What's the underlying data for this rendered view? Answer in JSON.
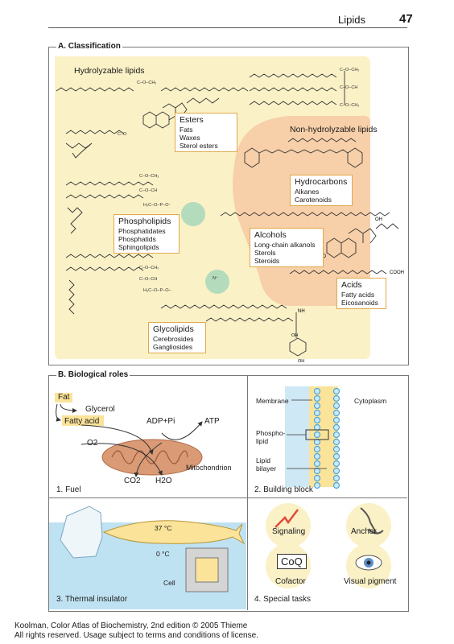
{
  "header": {
    "title": "Lipids",
    "page_number": "47"
  },
  "section_a": {
    "title": "A. Classification",
    "hydrolyzable_label": "Hydrolyzable lipids",
    "non_hydrolyzable_label": "Non-hydrolyzable lipids",
    "esters": {
      "title": "Esters",
      "items": [
        "Fats",
        "Waxes",
        "Sterol esters"
      ]
    },
    "phospholipids": {
      "title": "Phospholipids",
      "items": [
        "Phosphatidates",
        "Phosphatids",
        "Sphingolipids"
      ]
    },
    "glycolipids": {
      "title": "Glycolipids",
      "items": [
        "Cerebrosides",
        "Gangliosides"
      ]
    },
    "hydrocarbons": {
      "title": "Hydrocarbons",
      "items": [
        "Alkanes",
        "Carotenoids"
      ]
    },
    "alcohols": {
      "title": "Alcohols",
      "items": [
        "Long-chain alkanols",
        "Sterols",
        "Steroids"
      ]
    },
    "acids": {
      "title": "Acids",
      "items": [
        "Fatty acids",
        "Eicosanoids"
      ]
    },
    "chem": {
      "ho": "HO",
      "oh": "OH",
      "cooh": "COOH",
      "nh": "NH"
    }
  },
  "section_b": {
    "title": "B. Biological roles",
    "fuel": {
      "caption": "1. Fuel",
      "fat": "Fat",
      "glycerol": "Glycerol",
      "fatty_acid": "Fatty acid",
      "adp": "ADP+Pi",
      "atp": "ATP",
      "o2": "O2",
      "co2": "CO2",
      "h2o": "H2O",
      "mitochondrion": "Mitochondrion"
    },
    "building": {
      "caption": "2. Building block",
      "membrane": "Membrane",
      "cytoplasm": "Cytoplasm",
      "phospholipid": "Phospho-\nlipid",
      "bilayer": "Lipid\nbilayer"
    },
    "thermal": {
      "caption": "3. Thermal insulator",
      "temp_warm": "37 °C",
      "temp_cold": "0 °C",
      "cell": "Cell"
    },
    "special": {
      "caption": "4. Special tasks",
      "signaling": "Signaling",
      "anchor": "Anchor",
      "coq": "CoQ",
      "cofactor": "Cofactor",
      "visual": "Visual pigment"
    }
  },
  "footer": {
    "line1": "Koolman, Color Atlas of Biochemistry, 2nd edition © 2005 Thieme",
    "line2": "All rights reserved. Usage subject to terms and conditions of license."
  },
  "colors": {
    "hydrolyzable_bg": "#fbf1c7",
    "non_hydrolyzable_bg": "#f7cfa8",
    "box_border": "#e0a94a",
    "green_circle": "#b4dcbc",
    "water": "#bfe2f2",
    "mito": "#d99a75"
  }
}
